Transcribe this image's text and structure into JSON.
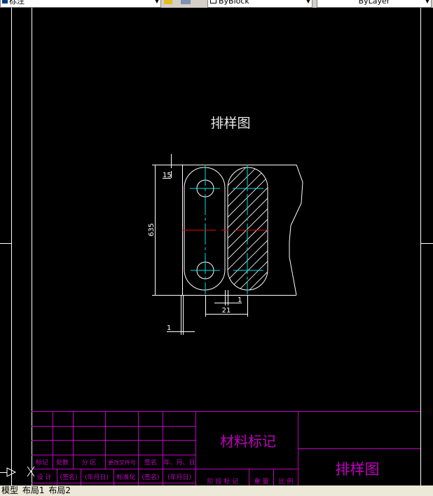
{
  "toolbar": {
    "dimstyle_value": "标注",
    "linetype_value": "ByBlock",
    "lineweight_value": "ByLayer"
  },
  "drawing": {
    "title": "排样图",
    "dimensions": {
      "height": "635",
      "top_offset": "15",
      "pitch": "21",
      "gap": "1",
      "edge": "1"
    },
    "colors": {
      "outline": "#ffffff",
      "centerline": "#00e0e0",
      "red_line": "#e00000",
      "title_block": "#c000c0"
    }
  },
  "title_block": {
    "header_cells": [
      "标记",
      "处数",
      "分 区",
      "更改文件号",
      "签名",
      "年、月、日"
    ],
    "row_cells": [
      "设 计",
      "(签名)",
      "(年月日)",
      "标准化",
      "(签名)",
      "(年月日)"
    ],
    "stage_cells": [
      "阶 段 标 记",
      "重 量",
      "比 例"
    ],
    "material": "材料标记",
    "drawing_name": "排样图"
  },
  "tabs": [
    {
      "label": "模型",
      "active": true
    },
    {
      "label": "布局1",
      "active": false
    },
    {
      "label": "布局2",
      "active": false
    }
  ]
}
